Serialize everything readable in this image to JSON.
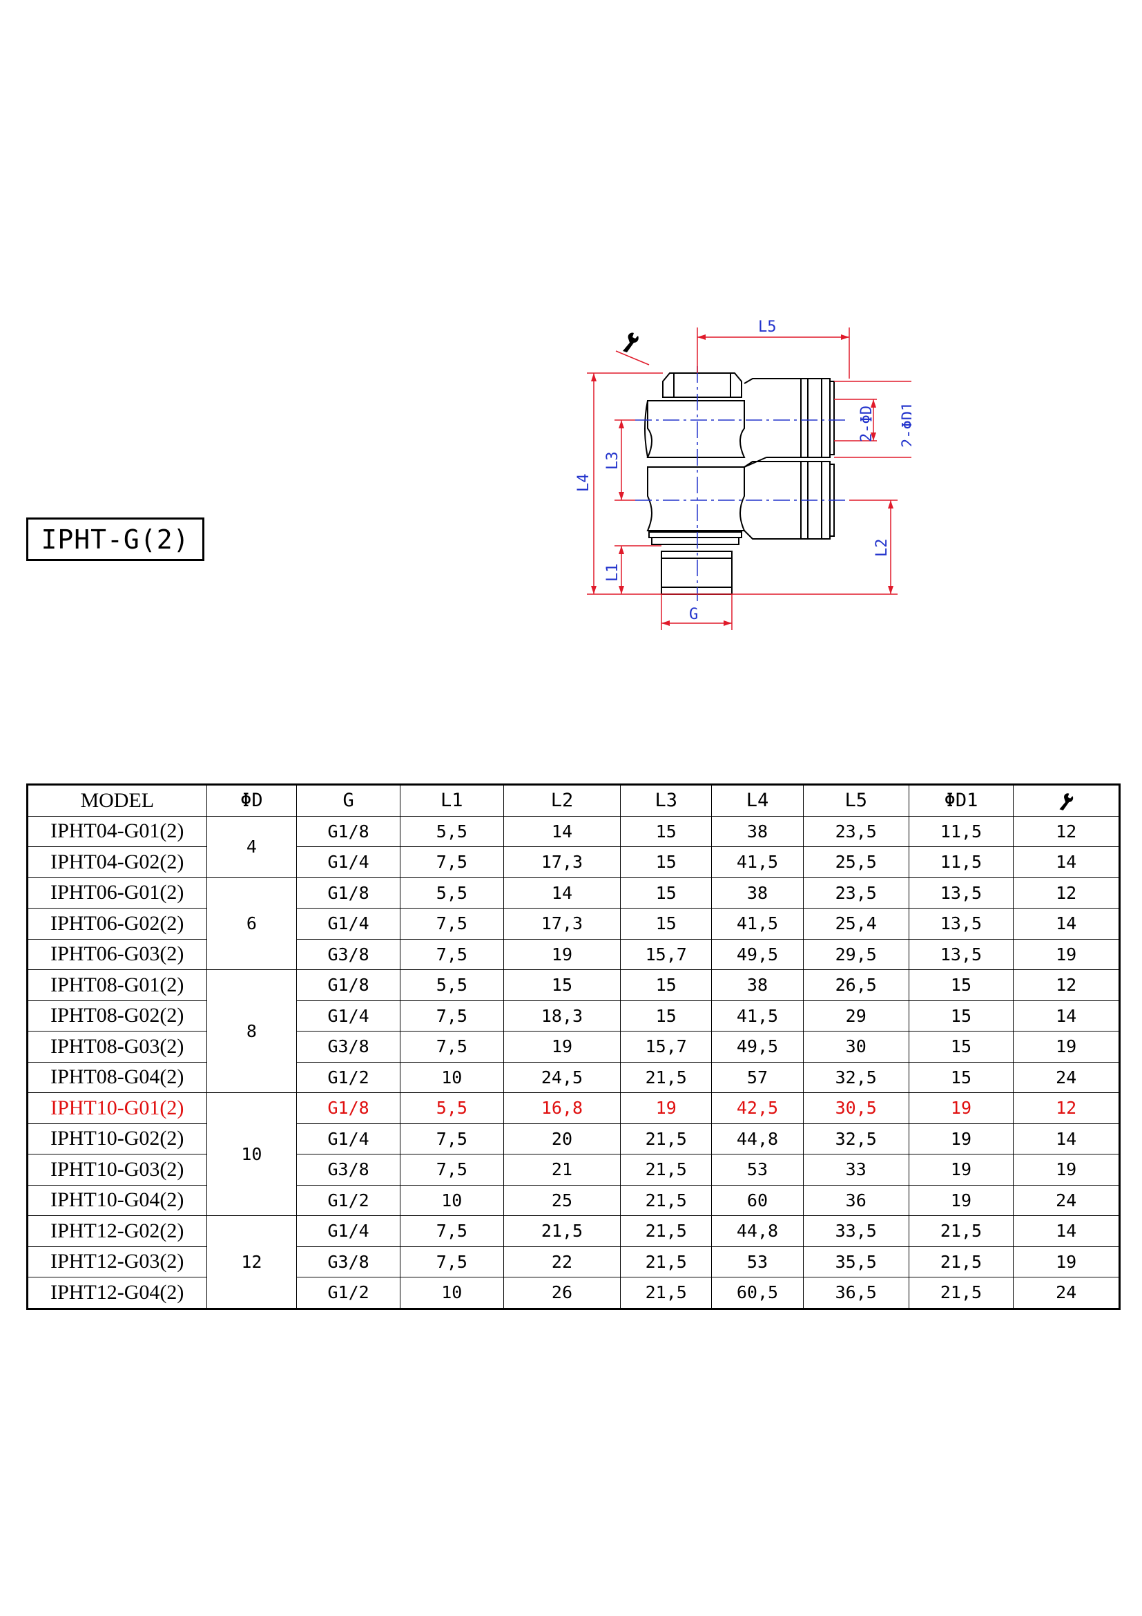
{
  "title": "IPHT-G(2)",
  "diagram": {
    "labels": {
      "l5": "L5",
      "l4": "L4",
      "l3": "L3",
      "l2": "L2",
      "l1": "L1",
      "g": "G",
      "d": "2-ΦD",
      "d1": "2-ΦD1"
    },
    "colors": {
      "dimension": "#e01a2a",
      "centerline": "#2233cc",
      "outline": "#000000"
    },
    "wrench_icon": "wrench-icon"
  },
  "table": {
    "headers": [
      "MODEL",
      "ΦD",
      "G",
      "L1",
      "L2",
      "L3",
      "L4",
      "L5",
      "ΦD1",
      "wrench-icon"
    ],
    "highlight_color": "#e01010",
    "groups": [
      {
        "d": "4",
        "rows": [
          {
            "model": "IPHT04-G01(2)",
            "g": "G1/8",
            "l1": "5,5",
            "l2": "14",
            "l3": "15",
            "l4": "38",
            "l5": "23,5",
            "d1": "11,5",
            "s": "12"
          },
          {
            "model": "IPHT04-G02(2)",
            "g": "G1/4",
            "l1": "7,5",
            "l2": "17,3",
            "l3": "15",
            "l4": "41,5",
            "l5": "25,5",
            "d1": "11,5",
            "s": "14"
          }
        ]
      },
      {
        "d": "6",
        "rows": [
          {
            "model": "IPHT06-G01(2)",
            "g": "G1/8",
            "l1": "5,5",
            "l2": "14",
            "l3": "15",
            "l4": "38",
            "l5": "23,5",
            "d1": "13,5",
            "s": "12"
          },
          {
            "model": "IPHT06-G02(2)",
            "g": "G1/4",
            "l1": "7,5",
            "l2": "17,3",
            "l3": "15",
            "l4": "41,5",
            "l5": "25,4",
            "d1": "13,5",
            "s": "14"
          },
          {
            "model": "IPHT06-G03(2)",
            "g": "G3/8",
            "l1": "7,5",
            "l2": "19",
            "l3": "15,7",
            "l4": "49,5",
            "l5": "29,5",
            "d1": "13,5",
            "s": "19"
          }
        ]
      },
      {
        "d": "8",
        "rows": [
          {
            "model": "IPHT08-G01(2)",
            "g": "G1/8",
            "l1": "5,5",
            "l2": "15",
            "l3": "15",
            "l4": "38",
            "l5": "26,5",
            "d1": "15",
            "s": "12"
          },
          {
            "model": "IPHT08-G02(2)",
            "g": "G1/4",
            "l1": "7,5",
            "l2": "18,3",
            "l3": "15",
            "l4": "41,5",
            "l5": "29",
            "d1": "15",
            "s": "14"
          },
          {
            "model": "IPHT08-G03(2)",
            "g": "G3/8",
            "l1": "7,5",
            "l2": "19",
            "l3": "15,7",
            "l4": "49,5",
            "l5": "30",
            "d1": "15",
            "s": "19"
          },
          {
            "model": "IPHT08-G04(2)",
            "g": "G1/2",
            "l1": "10",
            "l2": "24,5",
            "l3": "21,5",
            "l4": "57",
            "l5": "32,5",
            "d1": "15",
            "s": "24"
          }
        ]
      },
      {
        "d": "10",
        "rows": [
          {
            "model": "IPHT10-G01(2)",
            "g": "G1/8",
            "l1": "5,5",
            "l2": "16,8",
            "l3": "19",
            "l4": "42,5",
            "l5": "30,5",
            "d1": "19",
            "s": "12",
            "highlight": true
          },
          {
            "model": "IPHT10-G02(2)",
            "g": "G1/4",
            "l1": "7,5",
            "l2": "20",
            "l3": "21,5",
            "l4": "44,8",
            "l5": "32,5",
            "d1": "19",
            "s": "14"
          },
          {
            "model": "IPHT10-G03(2)",
            "g": "G3/8",
            "l1": "7,5",
            "l2": "21",
            "l3": "21,5",
            "l4": "53",
            "l5": "33",
            "d1": "19",
            "s": "19"
          },
          {
            "model": "IPHT10-G04(2)",
            "g": "G1/2",
            "l1": "10",
            "l2": "25",
            "l3": "21,5",
            "l4": "60",
            "l5": "36",
            "d1": "19",
            "s": "24"
          }
        ]
      },
      {
        "d": "12",
        "rows": [
          {
            "model": "IPHT12-G02(2)",
            "g": "G1/4",
            "l1": "7,5",
            "l2": "21,5",
            "l3": "21,5",
            "l4": "44,8",
            "l5": "33,5",
            "d1": "21,5",
            "s": "14"
          },
          {
            "model": "IPHT12-G03(2)",
            "g": "G3/8",
            "l1": "7,5",
            "l2": "22",
            "l3": "21,5",
            "l4": "53",
            "l5": "35,5",
            "d1": "21,5",
            "s": "19"
          },
          {
            "model": "IPHT12-G04(2)",
            "g": "G1/2",
            "l1": "10",
            "l2": "26",
            "l3": "21,5",
            "l4": "60,5",
            "l5": "36,5",
            "d1": "21,5",
            "s": "24"
          }
        ]
      }
    ]
  }
}
